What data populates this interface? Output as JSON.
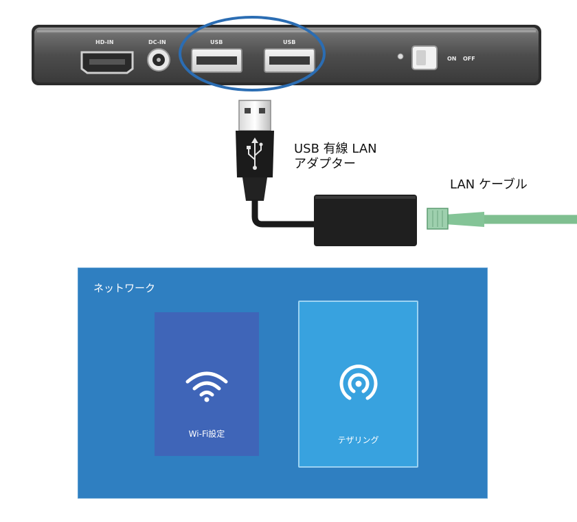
{
  "device": {
    "ports": {
      "hdmi": "HD-IN",
      "dc": "DC-IN",
      "usb1": "USB",
      "usb2": "USB",
      "on": "ON",
      "off": "OFF"
    }
  },
  "callouts": {
    "adapter_line1": "USB 有線 LAN",
    "adapter_line2": "アダプター",
    "cable": "LAN ケーブル"
  },
  "network_screen": {
    "title": "ネットワーク",
    "cards": [
      {
        "label": "Wi-Fi設定",
        "icon": "wifi-icon"
      },
      {
        "label": "テザリング",
        "icon": "tethering-icon"
      }
    ]
  },
  "colors": {
    "panel_bg": "#2f7fc1",
    "wifi_card": "#3f65b8",
    "tether_card": "#38a2df",
    "highlight_ring": "#2b6db3",
    "lan_cable": "#7fbf90"
  }
}
